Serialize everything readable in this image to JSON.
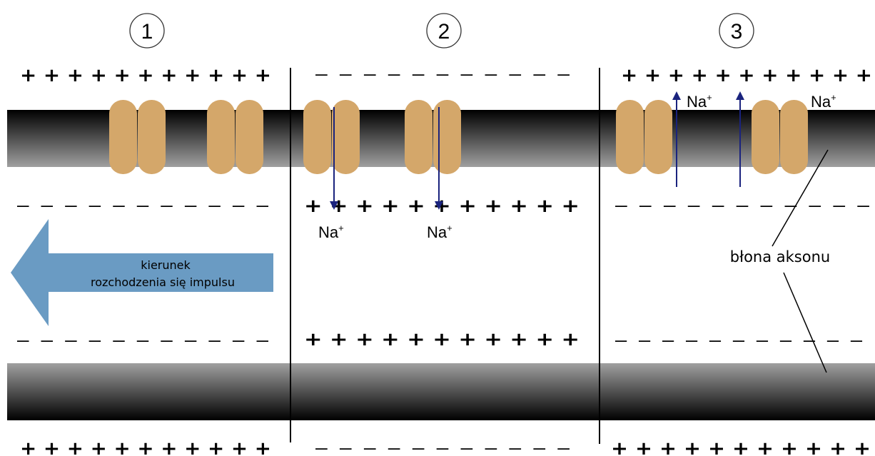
{
  "section_numbers": [
    "1",
    "2",
    "3"
  ],
  "sections": [
    {
      "top_outer_signs": "+ + + + + + + + + + +",
      "top_inner_signs": "– – – – – – – – – – –",
      "bottom_inner_signs": "– – – – – – – – – – –",
      "bottom_outer_signs": "+ + + + + + + + + + +"
    },
    {
      "top_outer_signs": "– – – – – – – – – – –",
      "top_inner_signs": "+ + + + + + + + + + +",
      "bottom_inner_signs": "+ + + + + + + + + + +",
      "bottom_outer_signs": "– – – – – – – – – – –"
    },
    {
      "top_outer_signs": "+ + + + + + + + + + +",
      "top_inner_signs": "– – – – – – – – – – –",
      "bottom_inner_signs": "– – – – – – – – – – –",
      "bottom_outer_signs": "+ + + + + + + + + + +"
    }
  ],
  "ion_label": "Na",
  "ion_charge": "+",
  "direction_arrow": {
    "line1": "kierunek",
    "line2": "rozchodzenia się impulsu"
  },
  "membrane_label": "błona aksonu",
  "colors": {
    "channel": "#d4a76a",
    "membrane_dark": "#000000",
    "membrane_light": "#9a9a9a",
    "arrow_fill": "#6a9bc3",
    "ion_arrow": "#1a237e",
    "text": "#000000"
  }
}
